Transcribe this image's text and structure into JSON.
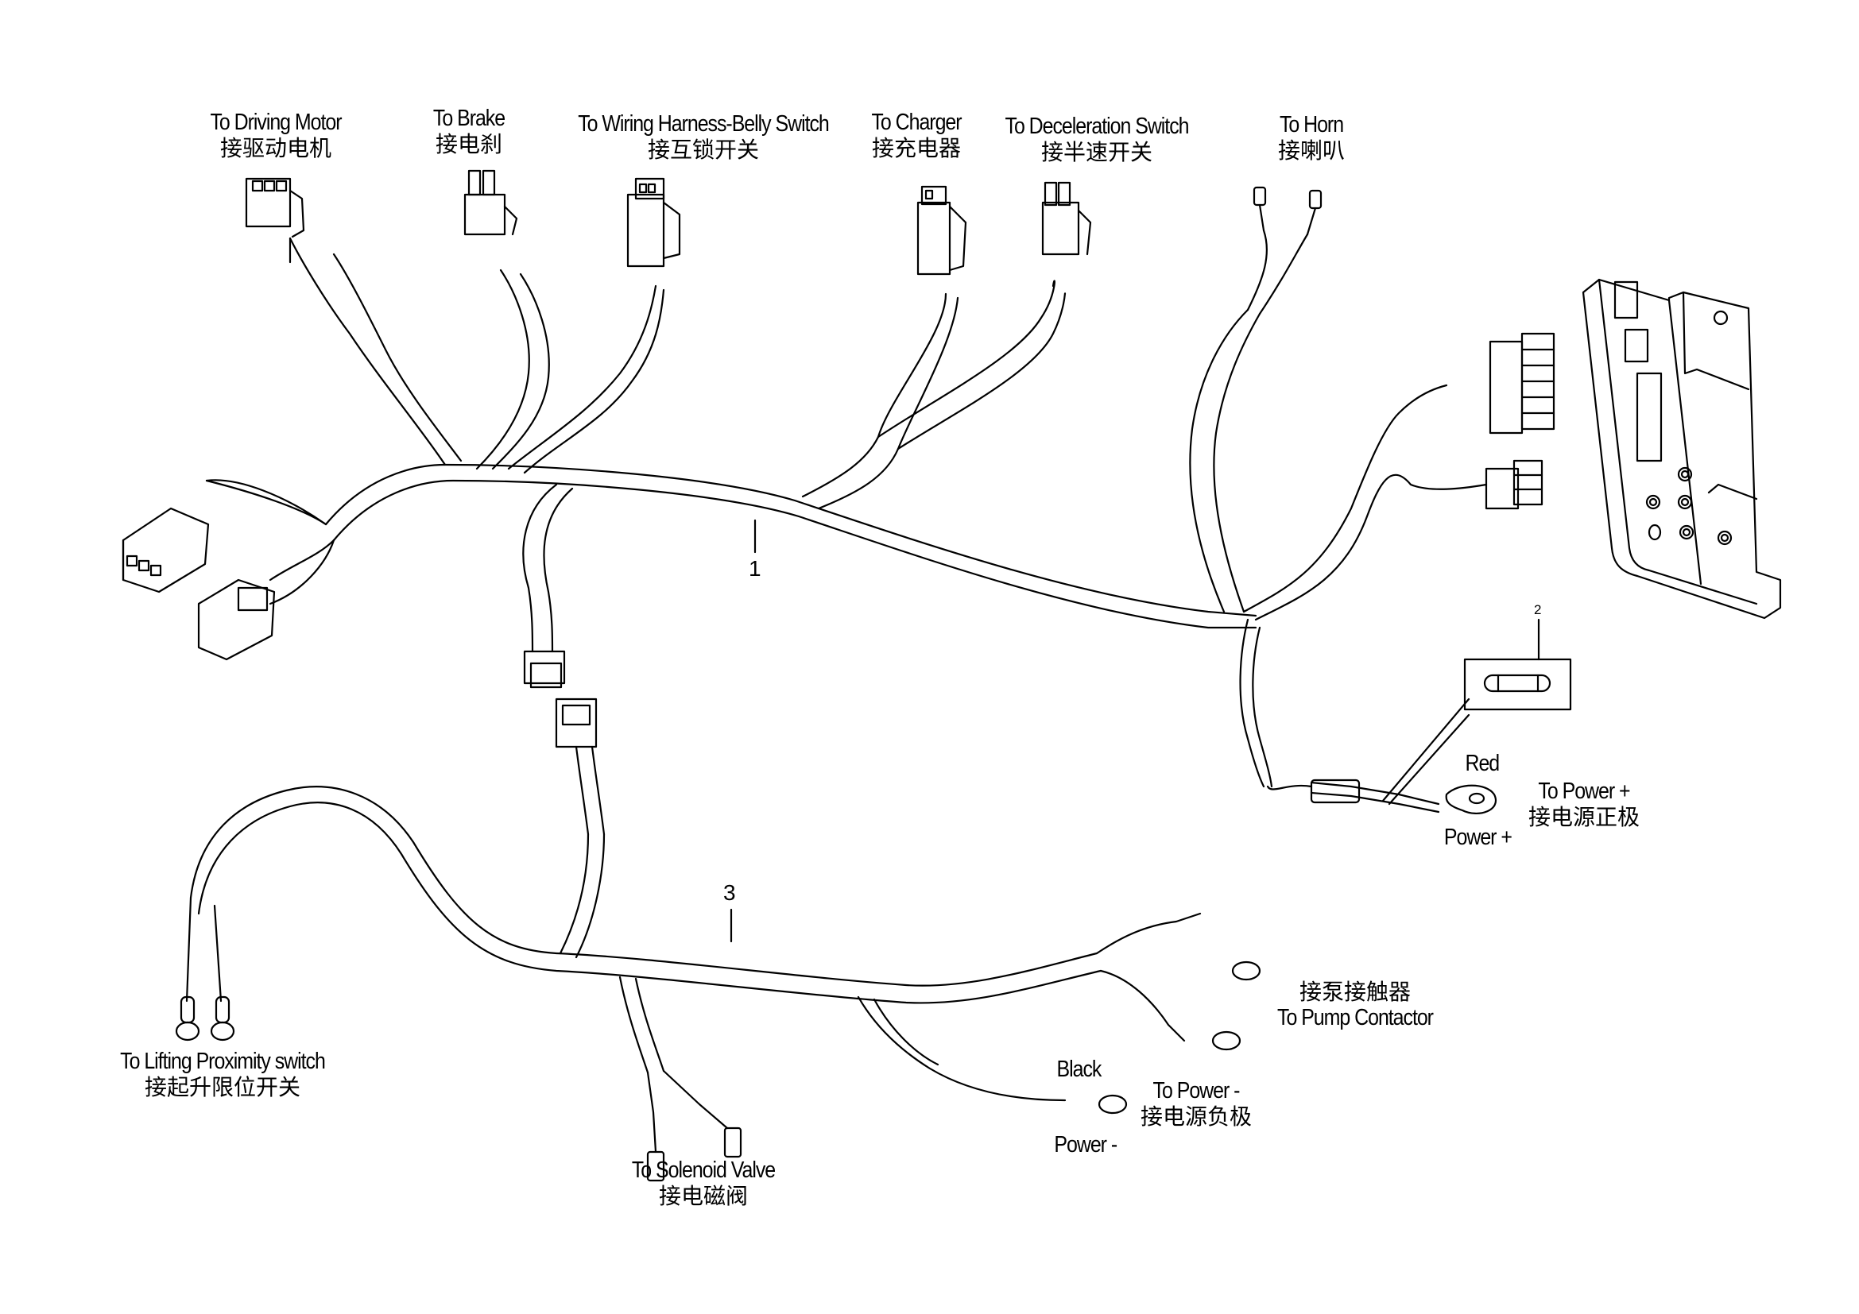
{
  "title": "Wiring harness assembly diagram",
  "callouts": {
    "main_harness": "1",
    "fuse": "2",
    "lift_harness": "3"
  },
  "labels": {
    "driving_motor": {
      "en": "To Driving Motor",
      "zh": "接驱动电机"
    },
    "brake": {
      "en": "To  Brake",
      "zh": "接电刹"
    },
    "belly_switch": {
      "en": "To  Wiring Harness-Belly Switch",
      "zh": "接互锁开关"
    },
    "charger": {
      "en": "To Charger",
      "zh": "接充电器"
    },
    "deceleration_switch": {
      "en": "To Deceleration Switch",
      "zh": "接半速开关"
    },
    "horn": {
      "en": "To Horn",
      "zh": "接喇叭"
    },
    "power_plus": {
      "wire_color": "Red",
      "en": "To Power +",
      "zh": "接电源正极",
      "terminal": "Power +"
    },
    "pump_contactor": {
      "zh": "接泵接触器",
      "en": "To Pump Contactor"
    },
    "power_minus": {
      "wire_color": "Black",
      "en": "To Power -",
      "zh": "接电源负极",
      "terminal": "Power -"
    },
    "solenoid_valve": {
      "en": "To Solenoid Valve",
      "zh": "接电磁阀"
    },
    "lifting_proximity": {
      "en": "To  Lifting Proximity switch",
      "zh": "接起升限位开关"
    }
  },
  "colors": {
    "line": "#000000",
    "background": "#ffffff"
  }
}
